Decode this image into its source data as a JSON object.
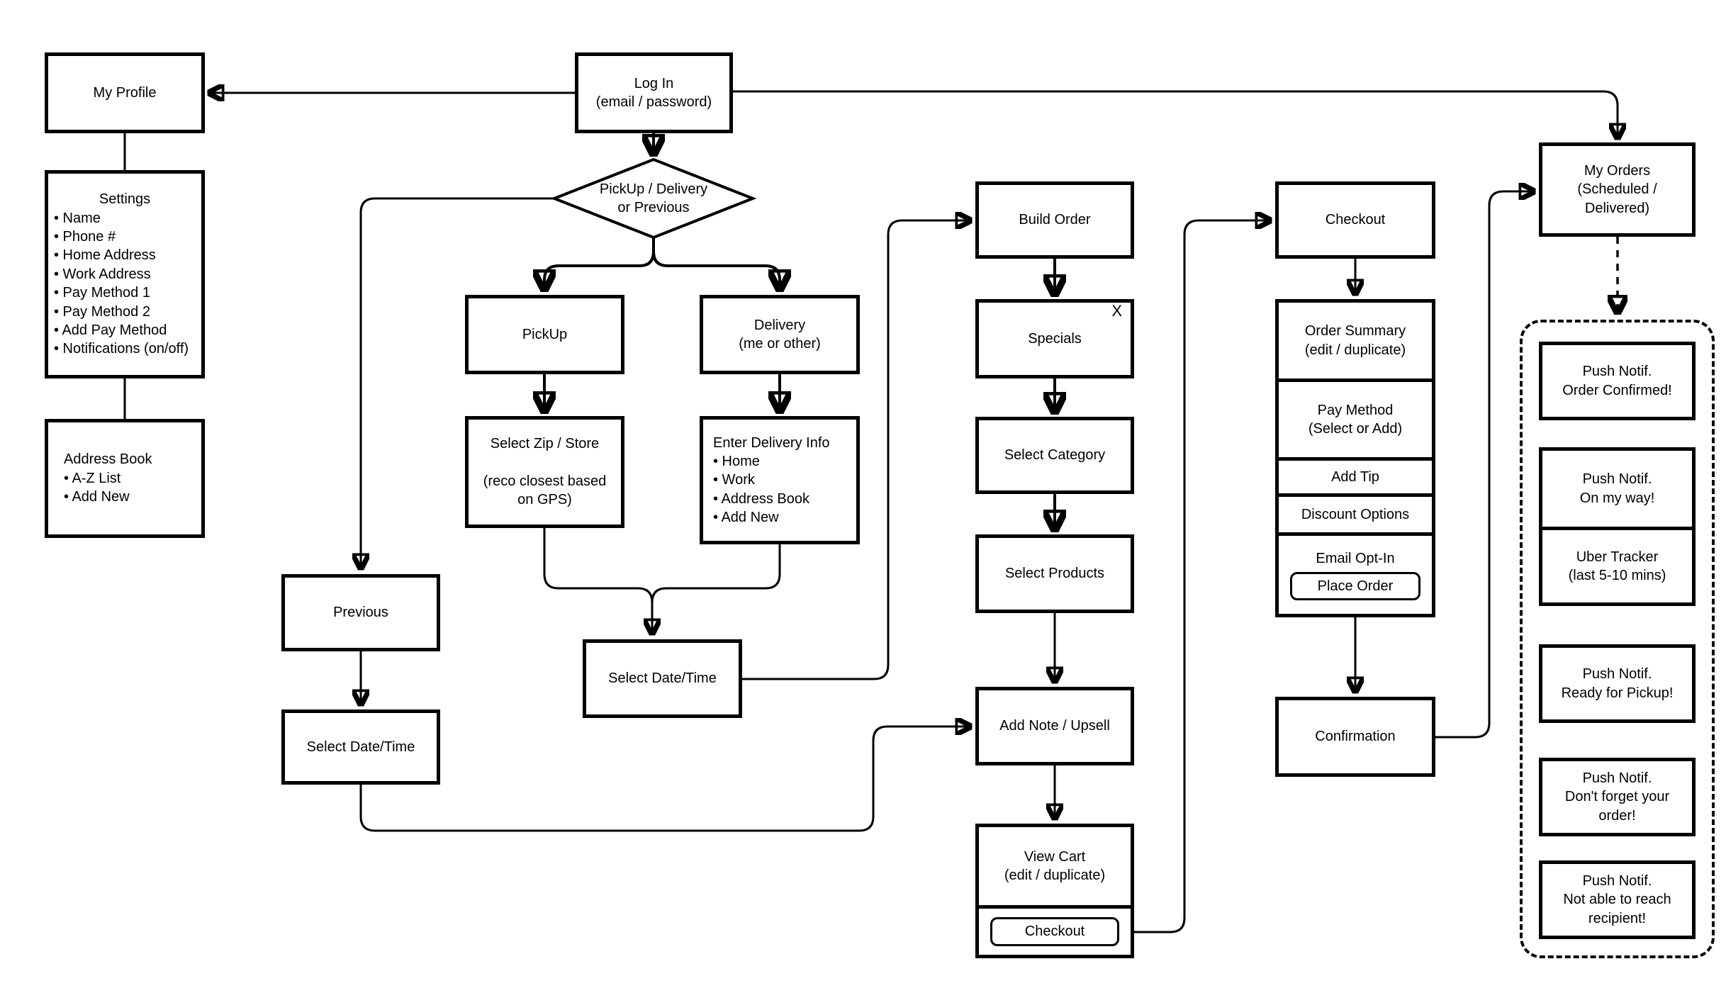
{
  "nodes": {
    "my_profile": {
      "label": "My Profile"
    },
    "settings": {
      "title": "Settings",
      "items": [
        "• Name",
        "• Phone #",
        "• Home Address",
        "• Work Address",
        "• Pay Method 1",
        "• Pay Method 2",
        "• Add Pay Method",
        "• Notifications (on/off)"
      ]
    },
    "address_book": {
      "title": "Address Book",
      "items": [
        "• A-Z List",
        "• Add New"
      ]
    },
    "log_in": {
      "label": "Log In\n(email / password)"
    },
    "decision_pickup_delivery": {
      "label": "PickUp / Delivery\nor Previous"
    },
    "pickup": {
      "label": "PickUp"
    },
    "delivery": {
      "label": "Delivery\n(me or other)"
    },
    "select_zip_store": {
      "label": "Select Zip / Store\n\n(reco closest based\non GPS)"
    },
    "enter_delivery_info": {
      "title": "Enter Delivery Info",
      "items": [
        "• Home",
        "• Work",
        "• Address Book",
        "• Add New"
      ]
    },
    "previous": {
      "label": "Previous"
    },
    "select_datetime_left": {
      "label": "Select Date/Time"
    },
    "select_datetime_center": {
      "label": "Select Date/Time"
    },
    "build_order": {
      "label": "Build Order"
    },
    "specials": {
      "label": "Specials",
      "dismiss": "X"
    },
    "select_category": {
      "label": "Select Category"
    },
    "select_products": {
      "label": "Select Products"
    },
    "add_note_upsell": {
      "label": "Add Note / Upsell"
    },
    "view_cart": {
      "label": "View Cart\n(edit / duplicate)",
      "checkout_button": "Checkout"
    },
    "checkout": {
      "label": "Checkout"
    },
    "checkout_details": {
      "sections": [
        "Order Summary\n(edit / duplicate)",
        "Pay Method\n(Select or Add)",
        "Add Tip",
        "Discount Options",
        "Email Opt-In"
      ],
      "place_order_button": "Place Order"
    },
    "confirmation": {
      "label": "Confirmation"
    },
    "my_orders": {
      "label": "My Orders\n(Scheduled /\nDelivered)"
    },
    "push_notifications": {
      "order_confirmed": {
        "label": "Push Notif.\nOrder Confirmed!"
      },
      "on_my_way": {
        "label": "Push Notif.\nOn my way!"
      },
      "uber_tracker": {
        "label": "Uber Tracker\n(last 5-10 mins)"
      },
      "ready_for_pickup": {
        "label": "Push Notif.\nReady for Pickup!"
      },
      "dont_forget": {
        "label": "Push Notif.\nDon't forget your\norder!"
      },
      "not_able_to_reach": {
        "label": "Push Notif.\nNot able to reach\nrecipient!"
      }
    }
  }
}
